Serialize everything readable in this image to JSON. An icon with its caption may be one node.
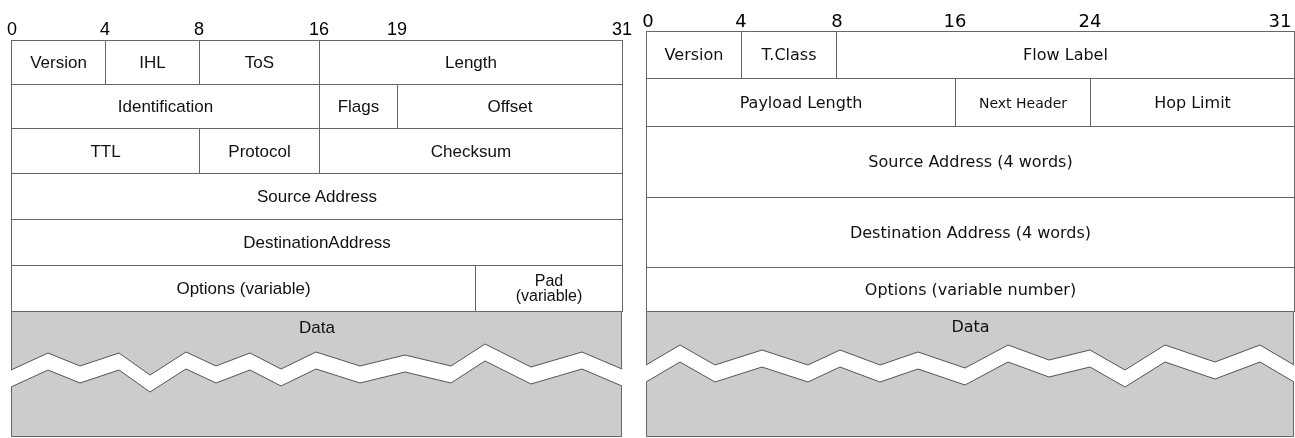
{
  "diagram": {
    "nodes": [
      {
        "text": [
          "Version"
        ]
      },
      {
        "text": [
          "IHL"
        ]
      },
      {
        "text": [
          "ToS"
        ]
      },
      {
        "text": [
          "Length"
        ]
      },
      {
        "text": [
          "Identification"
        ]
      },
      {
        "text": [
          "Flags"
        ]
      },
      {
        "text": [
          "Offset"
        ]
      },
      {
        "text": [
          "TTL"
        ]
      },
      {
        "text": [
          "Protocol"
        ]
      },
      {
        "text": [
          "Checksum"
        ]
      },
      {
        "text": [
          "Source Address"
        ]
      },
      {
        "text": [
          "DestinationAddress"
        ]
      },
      {
        "text": [
          "Options (variable)"
        ]
      },
      {
        "text": [
          "Pad (variable)"
        ]
      },
      {
        "text": [
          "Data"
        ]
      },
      {
        "text": [
          "Version"
        ]
      },
      {
        "text": [
          "T.Class"
        ]
      },
      {
        "text": [
          "Flow Label"
        ]
      },
      {
        "text": [
          "Payload Length"
        ]
      },
      {
        "text": [
          "Next Header"
        ]
      },
      {
        "text": [
          "Hop Limit"
        ]
      },
      {
        "text": [
          "Source Address (4 words)"
        ]
      },
      {
        "text": [
          "Destination Address (4 words)"
        ]
      },
      {
        "text": [
          "Options (variable number)"
        ]
      },
      {
        "text": [
          "Data"
        ]
      }
    ],
    "labels": [
      "0",
      "4",
      "8",
      "16",
      "19",
      "31",
      "0",
      "4",
      "8",
      "16",
      "24",
      "31"
    ]
  }
}
